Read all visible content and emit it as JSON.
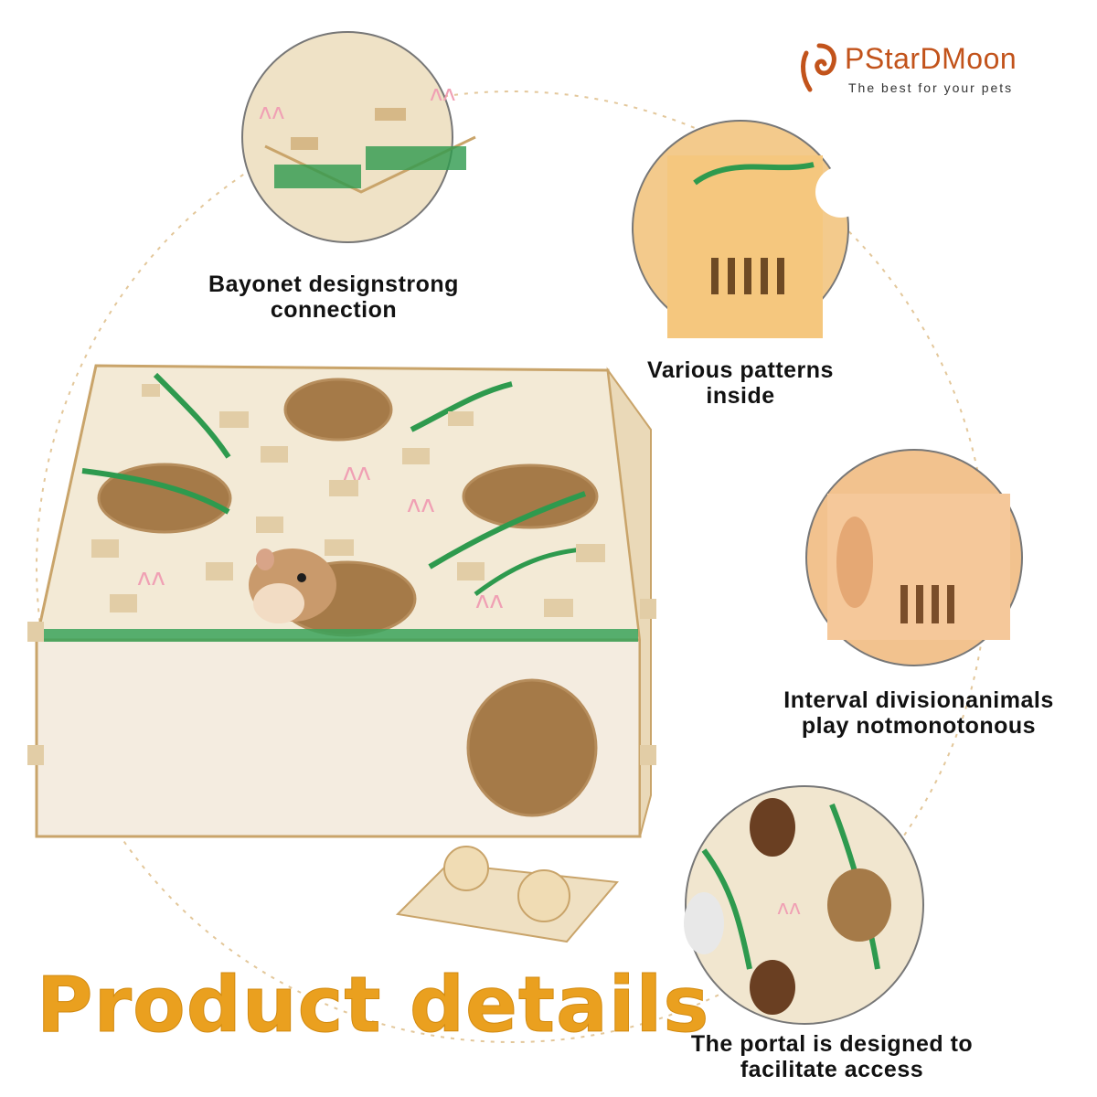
{
  "brand": {
    "name": "PStarDMoon",
    "tagline": "The best for your pets",
    "color": "#c2531b"
  },
  "callouts": [
    {
      "line1": "Bayonet designstrong",
      "line2": "connection"
    },
    {
      "line1": "Various patterns",
      "line2": "inside"
    },
    {
      "line1": "Interval divisionanimals",
      "line2": "play notmonotonous"
    },
    {
      "line1": "The portal is designed to",
      "line2": "facilitate access"
    }
  ],
  "headline": {
    "text": "Product details",
    "color": "#eaa01f"
  },
  "colors": {
    "wood": "#f1e6cf",
    "wood_edge": "#c9a46a",
    "vine": "#2e9a4e",
    "bunny": "#f0a0b4",
    "dashed_ring": "#e3c79a"
  }
}
